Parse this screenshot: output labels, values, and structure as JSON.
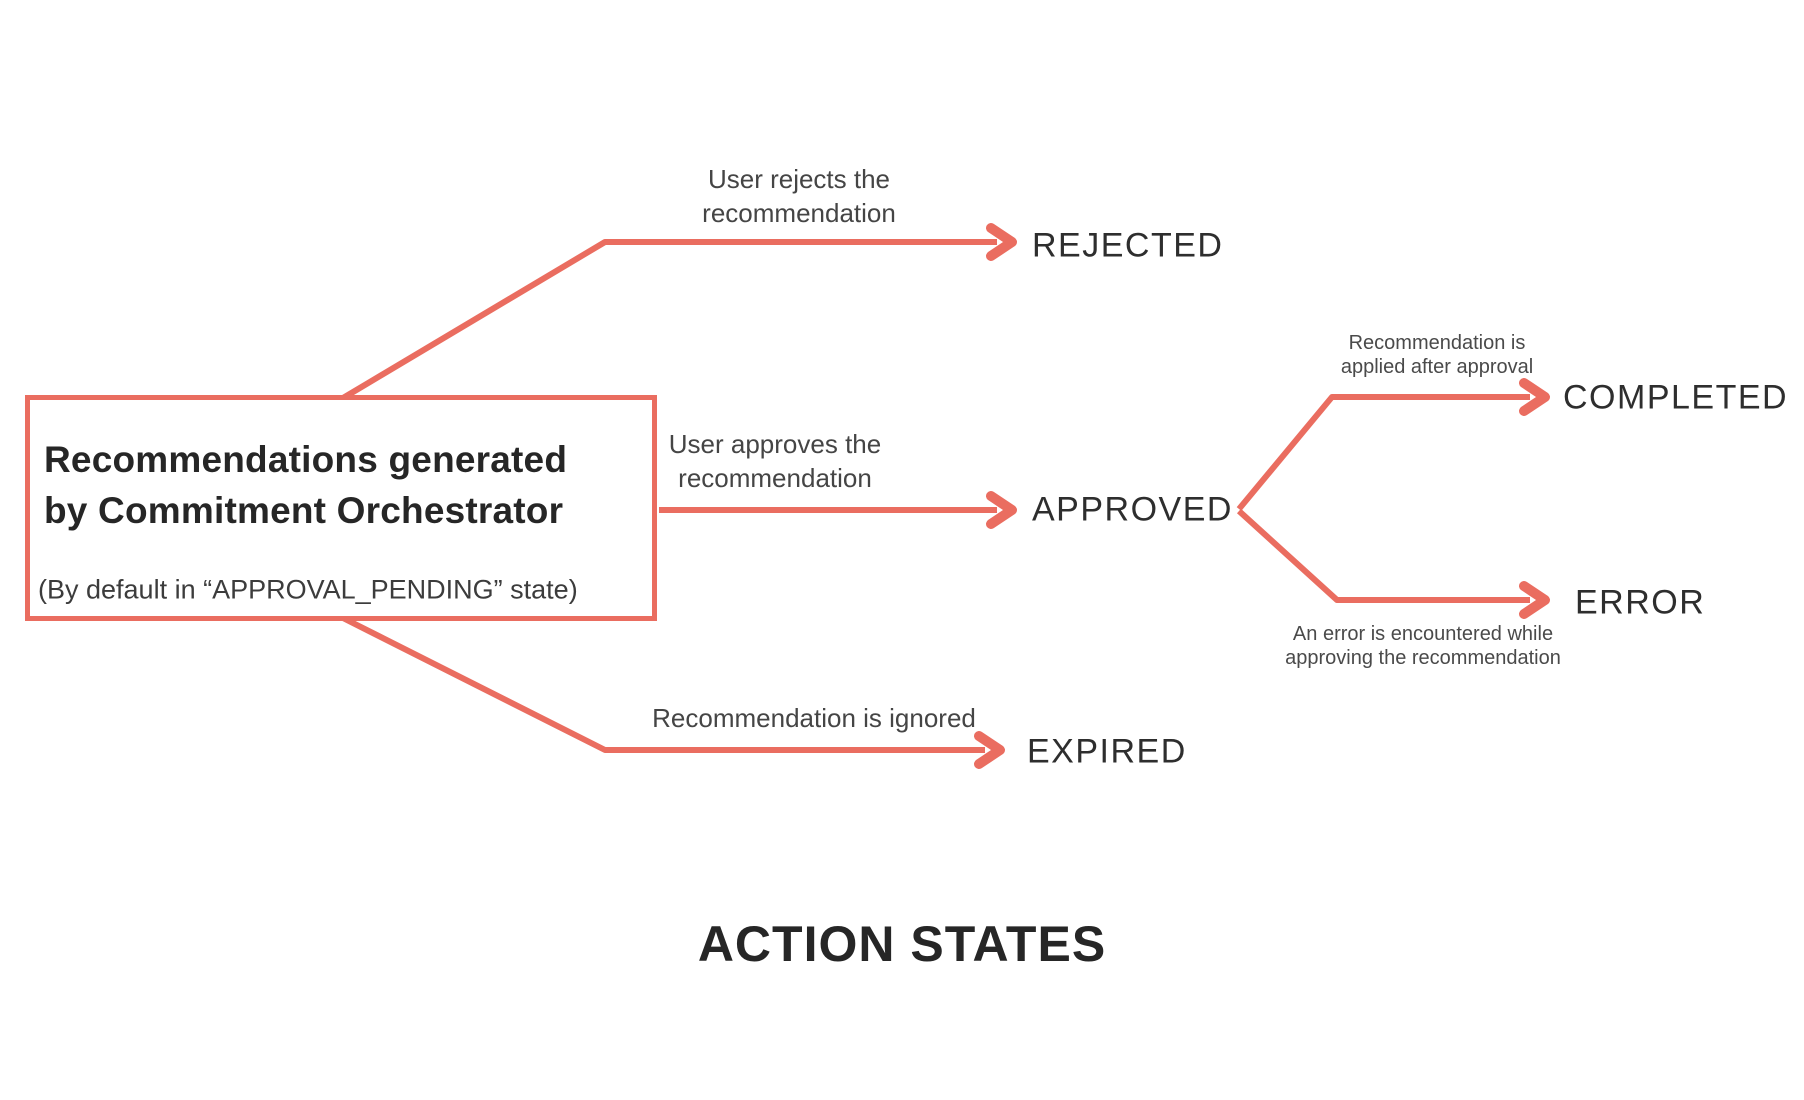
{
  "title": "ACTION STATES",
  "source_box": {
    "line1": "Recommendations generated",
    "line2": "by Commitment Orchestrator",
    "subtitle": "(By default in “APPROVAL_PENDING” state)"
  },
  "transitions": {
    "rejected": {
      "state": "REJECTED",
      "label_line1": "User rejects the",
      "label_line2": "recommendation"
    },
    "approved": {
      "state": "APPROVED",
      "label_line1": "User approves the",
      "label_line2": "recommendation"
    },
    "completed": {
      "state": "COMPLETED",
      "label_line1": "Recommendation is",
      "label_line2": "applied after approval"
    },
    "error": {
      "state": "ERROR",
      "label_line1": "An error is encountered while",
      "label_line2": "approving the recommendation"
    },
    "expired": {
      "state": "EXPIRED",
      "label_line1": "Recommendation is ignored"
    }
  },
  "colors": {
    "arrow": "#ea6d60",
    "dark_text": "#2e2e2e",
    "label_text": "#4a4a4a",
    "background": "#ffffff"
  }
}
